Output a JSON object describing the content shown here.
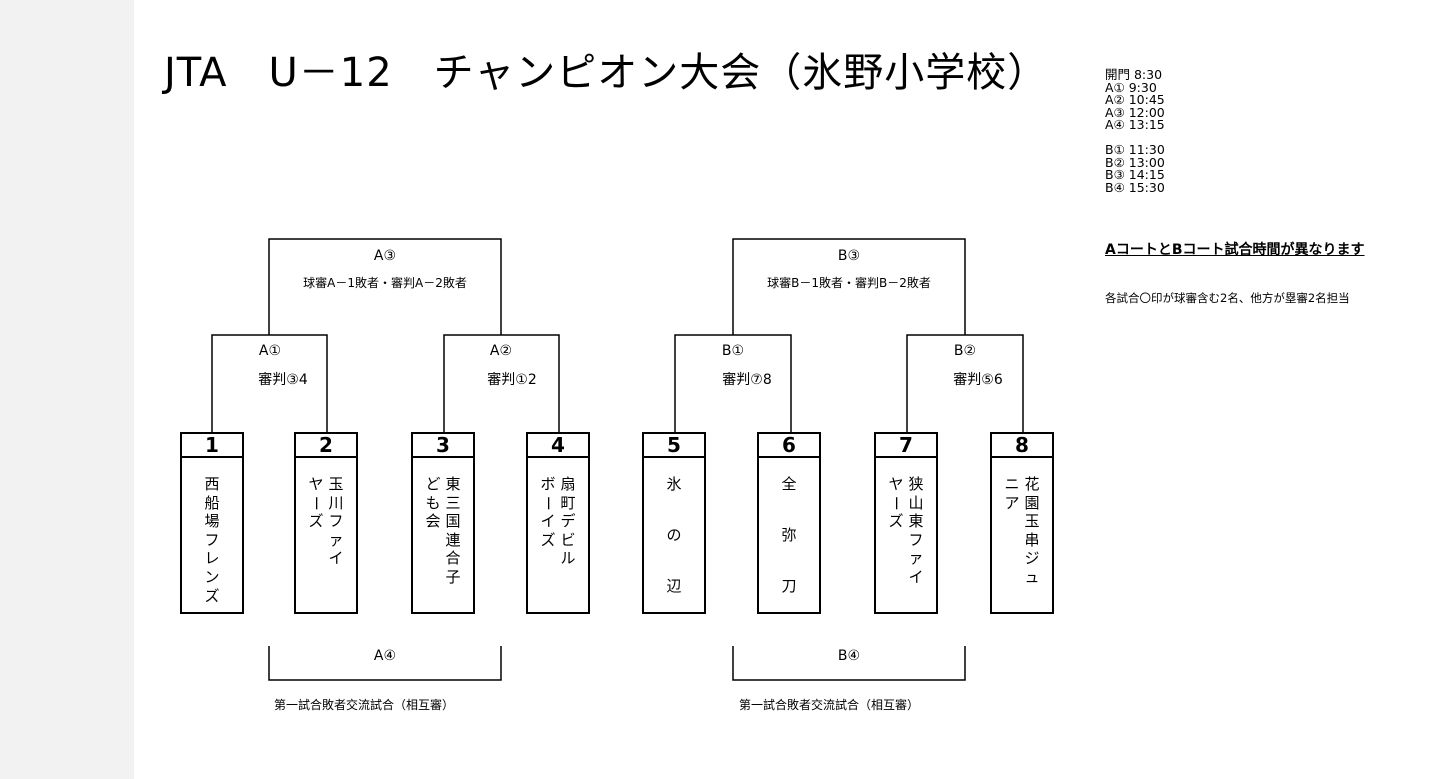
{
  "title": "JTA　U－12　チャンピオン大会（氷野小学校）",
  "schedule": {
    "a": [
      "開門 8:30",
      "A① 9:30",
      "A② 10:45",
      "A③ 12:00",
      "A④ 13:15"
    ],
    "b": [
      "B① 11:30",
      "B② 13:00",
      "B③ 14:15",
      "B④ 15:30"
    ]
  },
  "notice": "AコートとBコート試合時間が異なります",
  "note": "各試合〇印が球審含む2名、他方が塁審2名担当",
  "matches": {
    "a1": {
      "name": "A①",
      "ref": "審判③4"
    },
    "a2": {
      "name": "A②",
      "ref": "審判①2"
    },
    "a3": {
      "name": "A③",
      "ref": "球審A－1敗者・審判A－2敗者"
    },
    "a4": {
      "name": "A④",
      "desc": "第一試合敗者交流試合（相互審）"
    },
    "b1": {
      "name": "B①",
      "ref": "審判⑦8"
    },
    "b2": {
      "name": "B②",
      "ref": "審判⑤6"
    },
    "b3": {
      "name": "B③",
      "ref": "球審B－1敗者・審判B－2敗者"
    },
    "b4": {
      "name": "B④",
      "desc": "第一試合敗者交流試合（相互審）"
    }
  },
  "teams": [
    {
      "num": "1",
      "cols": [
        [
          "西",
          "船",
          "場",
          "フ",
          "レ",
          "ン",
          "ズ"
        ]
      ]
    },
    {
      "num": "2",
      "cols": [
        [
          "玉",
          "川",
          "フ",
          "ァ",
          "イ"
        ],
        [
          "ヤ",
          "ー",
          "ズ"
        ]
      ]
    },
    {
      "num": "3",
      "cols": [
        [
          "東",
          "三",
          "国",
          "連",
          "合",
          "子"
        ],
        [
          "ど",
          "も",
          "会"
        ]
      ]
    },
    {
      "num": "4",
      "cols": [
        [
          "扇",
          "町",
          "デ",
          "ビ",
          "ル"
        ],
        [
          "ボ",
          "ー",
          "イ",
          "ズ"
        ]
      ]
    },
    {
      "num": "5",
      "cols": [
        [
          "氷",
          "の",
          "辺"
        ]
      ]
    },
    {
      "num": "6",
      "cols": [
        [
          "全",
          "弥",
          "刀"
        ]
      ]
    },
    {
      "num": "7",
      "cols": [
        [
          "狭",
          "山",
          "東",
          "フ",
          "ァ",
          "イ"
        ],
        [
          "ヤ",
          "ー",
          "ズ"
        ]
      ]
    },
    {
      "num": "8",
      "cols": [
        [
          "花",
          "園",
          "玉",
          "串",
          "ジ",
          "ュ"
        ],
        [
          "ニ",
          "ア"
        ]
      ]
    }
  ]
}
